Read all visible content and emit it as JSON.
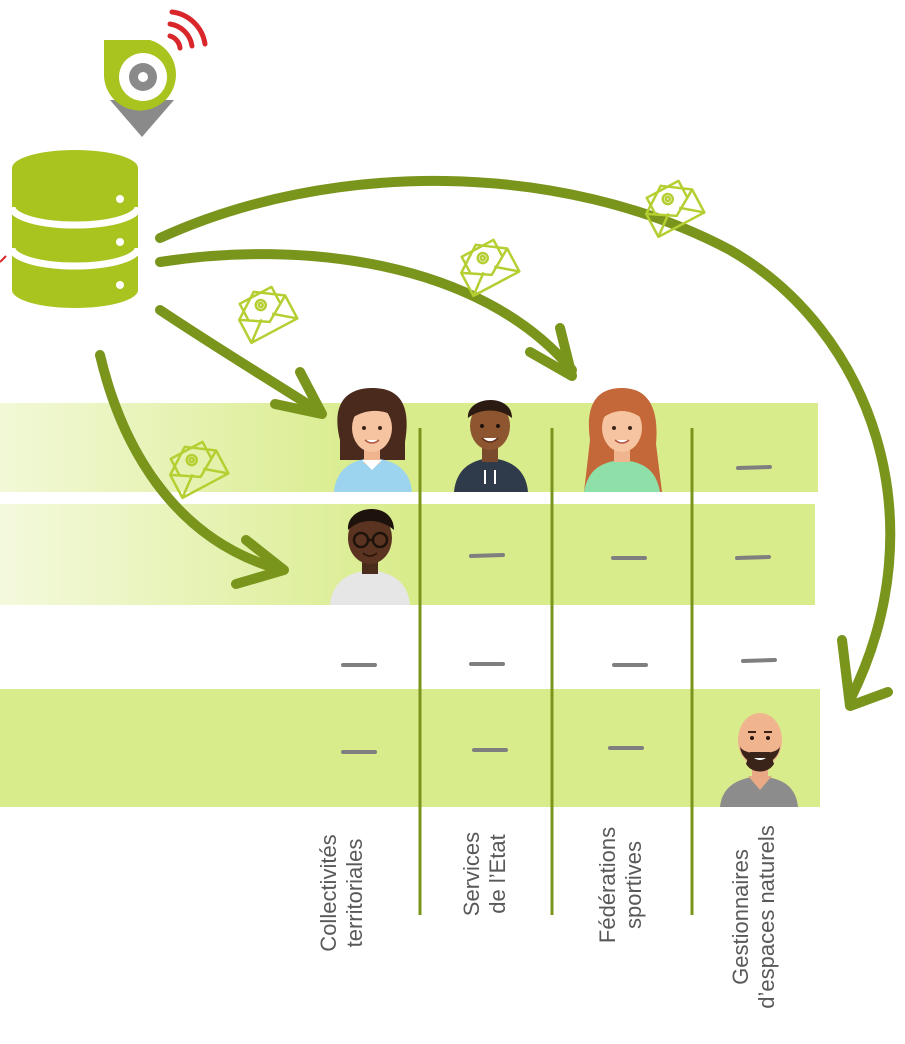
{
  "columns": [
    {
      "line1": "Collectivités",
      "line2": "territoriales"
    },
    {
      "line1": "Services",
      "line2": "de l’Etat"
    },
    {
      "line1": "Fédérations",
      "line2": "sportives"
    },
    {
      "line1": "Gestionnaires",
      "line2": "d’espaces naturels"
    }
  ],
  "colors": {
    "row_band": "#d9ec8c",
    "arrow": "#7a951c",
    "database": "#a9c31f",
    "divider": "#7a951c",
    "dash": "#7f7f7f",
    "signal": "#d9262b",
    "pin": "#8a8a8a",
    "envelope": "#b5cf33"
  },
  "icons": [
    "location-pin-icon",
    "wifi-signal-icon",
    "database-icon",
    "email-envelope-icon",
    "person-avatar-icon"
  ]
}
